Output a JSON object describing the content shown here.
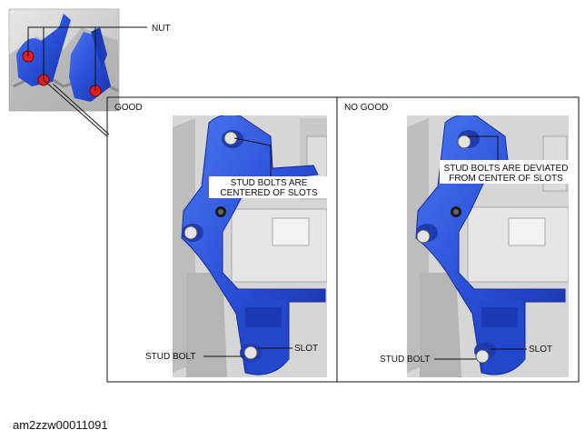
{
  "callouts": {
    "nut": "NUT",
    "good_title": "GOOD",
    "nogood_title": "NO GOOD",
    "good_centered_line1": "STUD BOLTS ARE",
    "good_centered_line2": "CENTERED OF SLOTS",
    "ng_deviated_line1": "STUD BOLTS ARE DEVIATED",
    "ng_deviated_line2": "FROM CENTER OF SLOTS",
    "good_stud_bolt": "STUD BOLT",
    "good_slot": "SLOT",
    "ng_stud_bolt": "STUD BOLT",
    "ng_slot": "SLOT"
  },
  "footer": {
    "code": "am2zzw00011091"
  },
  "colors": {
    "bracket_blue": "#2d52d6",
    "nut_red": "#e0201f",
    "engine_gray": "#cfcfcf"
  }
}
